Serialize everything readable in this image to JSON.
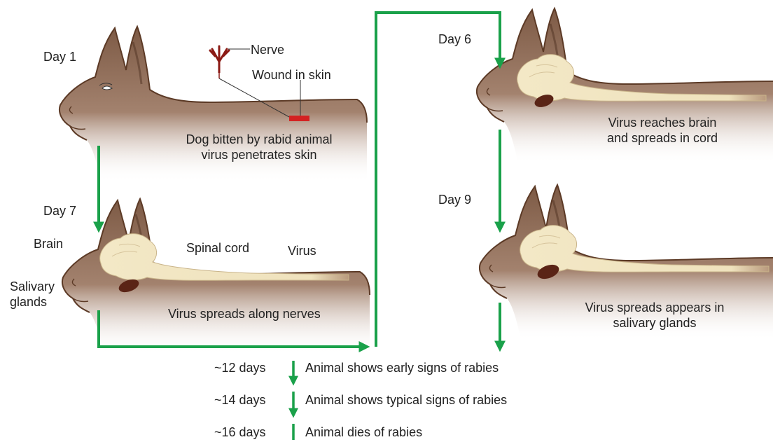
{
  "colors": {
    "arrow": "#1aa14a",
    "body_fill": "#9a7763",
    "body_dark": "#5c3a26",
    "brain": "#f3e8c6",
    "gland": "#5a2416",
    "nerve": "#8b1a14",
    "wound": "#d32222"
  },
  "panels": {
    "day1": {
      "day_label": "Day 1",
      "nerve_label": "Nerve",
      "wound_label": "Wound in skin",
      "caption_line1": "Dog bitten by rabid animal",
      "caption_line2": "virus penetrates skin"
    },
    "day7": {
      "day_label": "Day 7",
      "brain_label": "Brain",
      "spinal_cord_label": "Spinal cord",
      "virus_label": "Virus",
      "salivary_line1": "Salivary",
      "salivary_line2": "glands",
      "caption": "Virus spreads along nerves"
    },
    "day6": {
      "day_label": "Day 6",
      "caption_line1": "Virus reaches brain",
      "caption_line2": "and spreads in cord"
    },
    "day9": {
      "day_label": "Day 9",
      "caption_line1": "Virus spreads appears in",
      "caption_line2": "salivary glands"
    }
  },
  "timeline": [
    {
      "time": "~12 days",
      "event": "Animal shows early signs of rabies"
    },
    {
      "time": "~14 days",
      "event": "Animal shows typical signs of rabies"
    },
    {
      "time": "~16 days",
      "event": "Animal dies of rabies"
    }
  ]
}
